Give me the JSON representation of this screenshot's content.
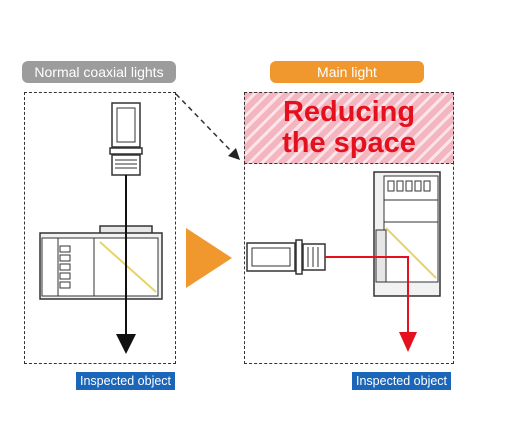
{
  "labels": {
    "normal": "Normal coaxial lights",
    "main": "Main light",
    "reducing_line1": "Reducing",
    "reducing_line2": "the space",
    "inspected_left": "Inspected object",
    "inspected_right": "Inspected object"
  },
  "colors": {
    "grey_pill": "#9c9c9c",
    "orange": "#f0972e",
    "red": "#e5101e",
    "blue_tag": "#1b66b8",
    "pink_hatch": "#f3b5c0",
    "yellow_mirror": "#e8d36a"
  }
}
